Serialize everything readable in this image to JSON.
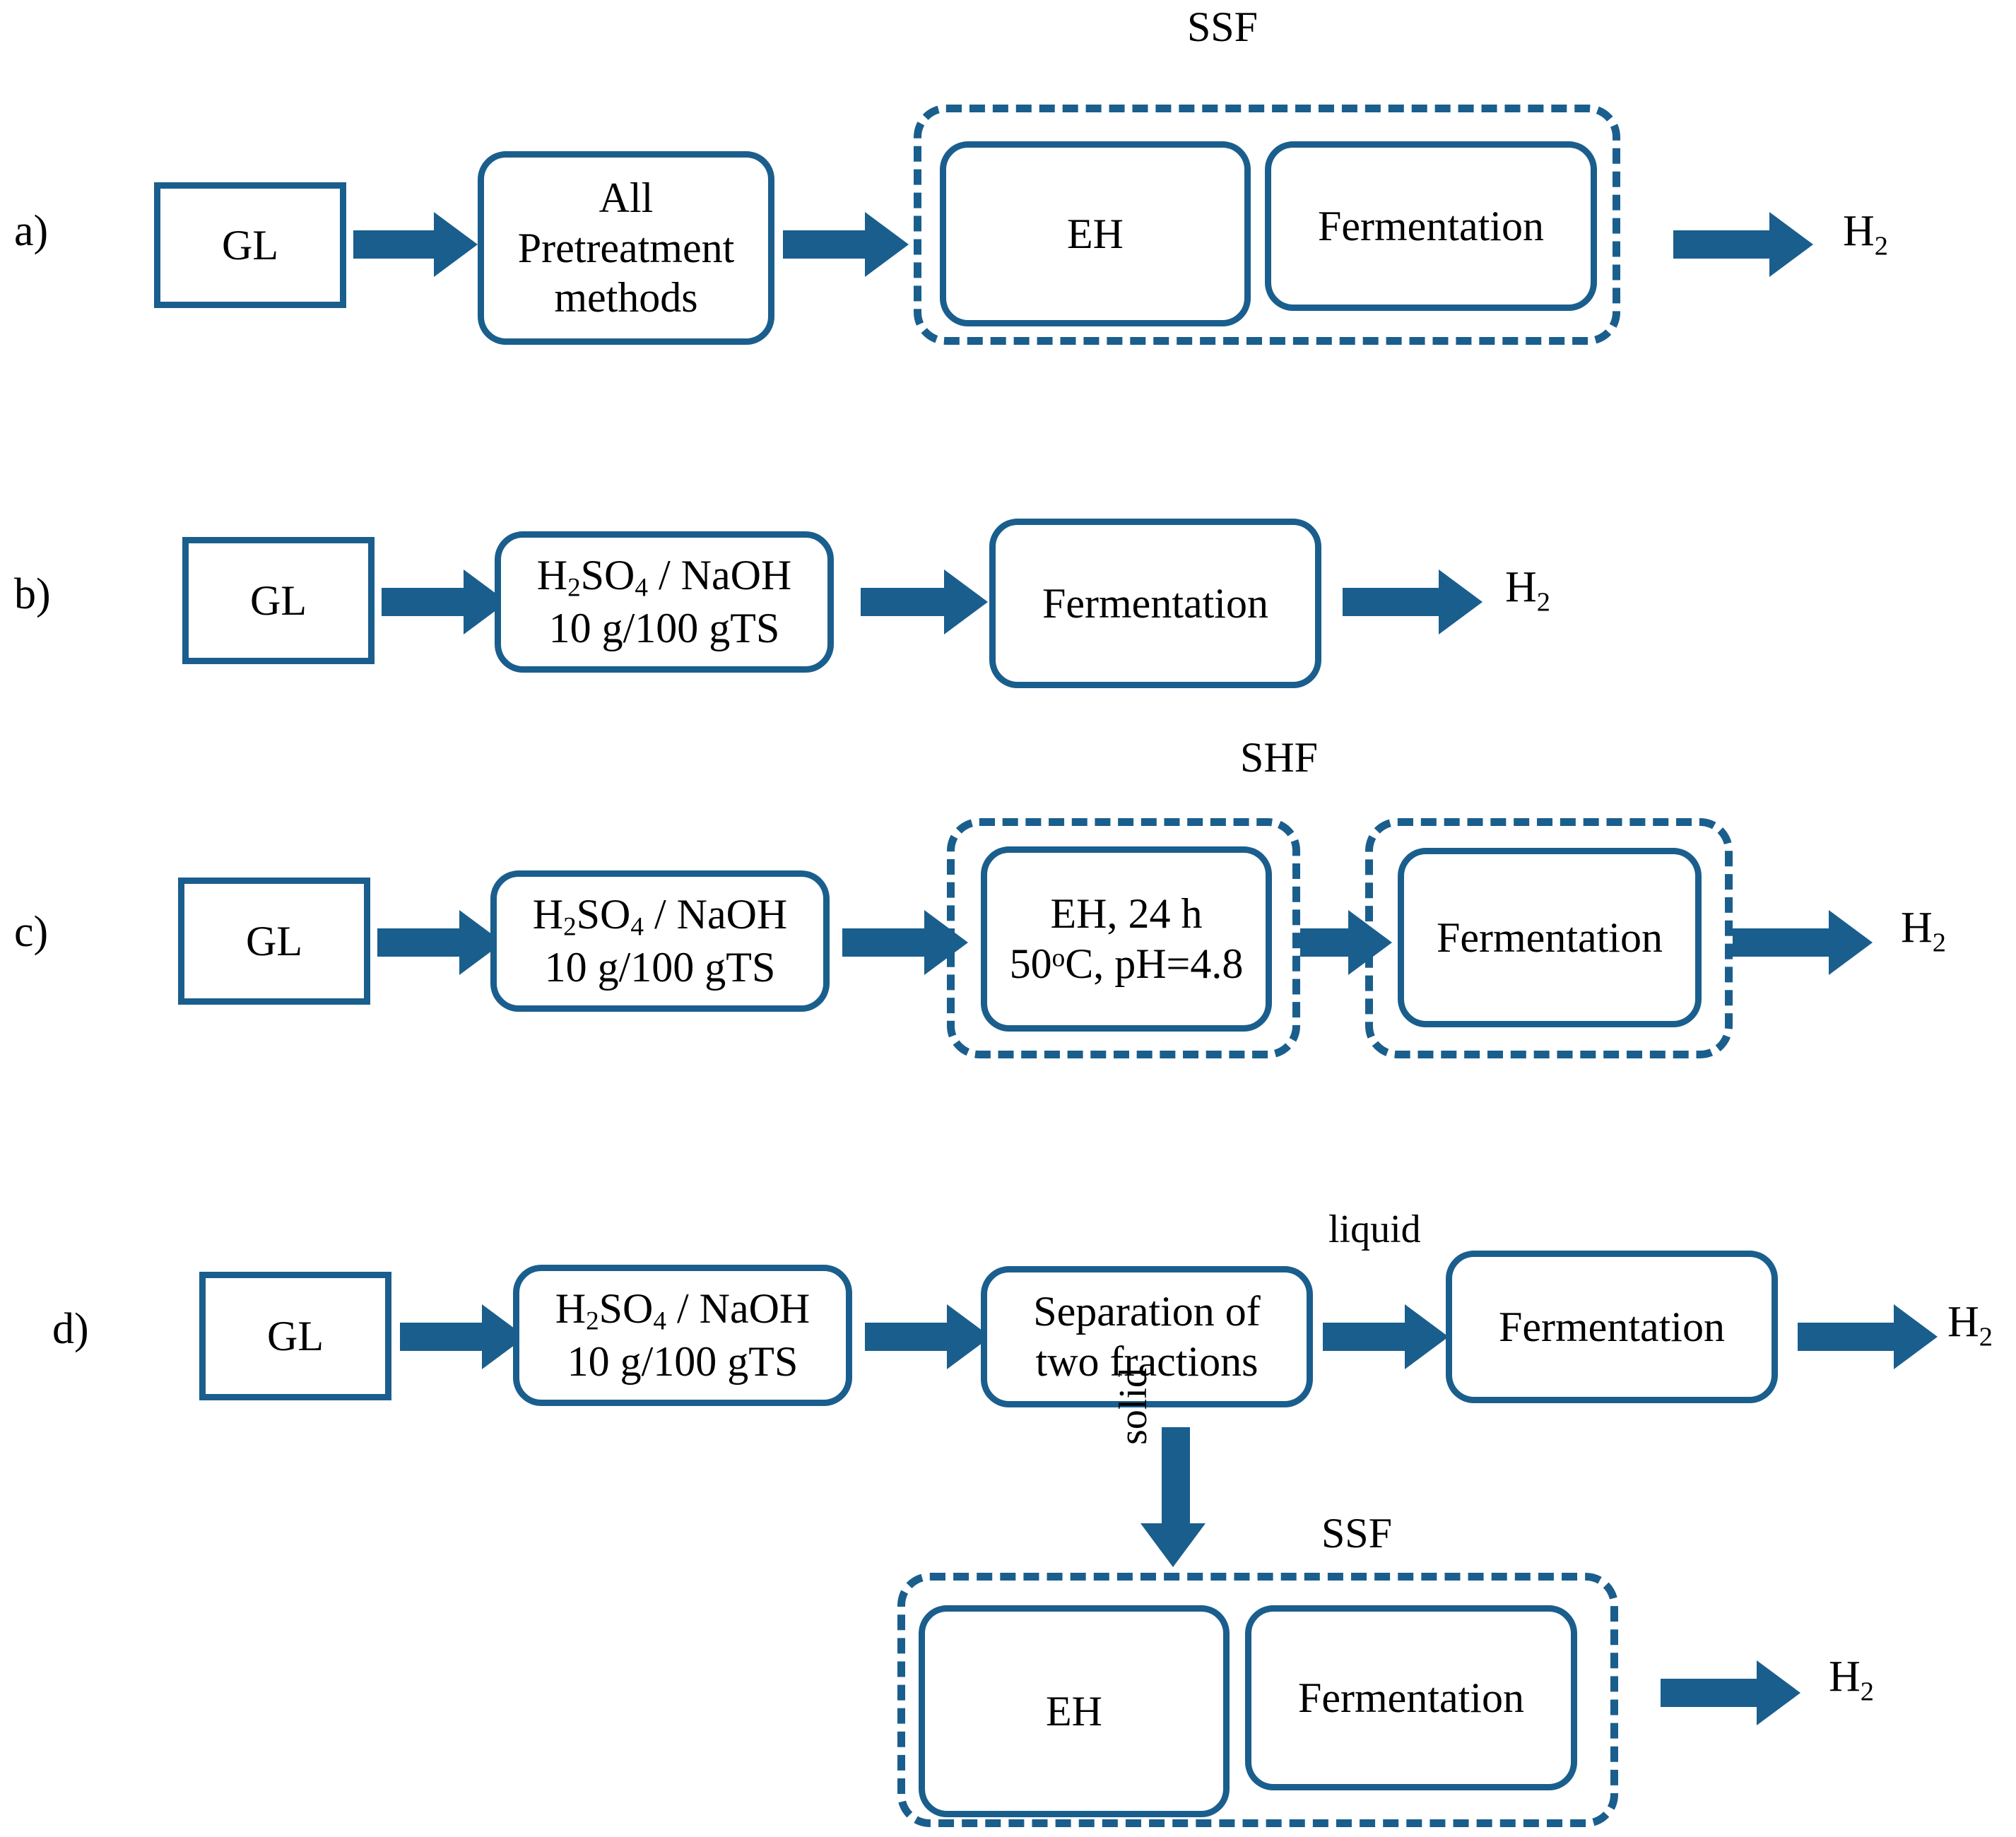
{
  "figure": {
    "kind": "process-flow-diagram",
    "accent_color": "#1a5e8d",
    "text_color": "#000000",
    "background_color": "#ffffff"
  },
  "rows": {
    "a": {
      "label": "a)",
      "group_caption": "SSF",
      "boxes": {
        "feed": "GL",
        "pretreatment_line1": "All",
        "pretreatment_line2": "Pretreatment",
        "pretreatment_line3": "methods",
        "eh": "EH",
        "fermentation": "Fermentation"
      },
      "output": {
        "symbol": "H",
        "subscript": "2"
      }
    },
    "b": {
      "label": "b)",
      "boxes": {
        "feed": "GL",
        "chem_line1_pre": "H",
        "chem_line1_sub1": "2",
        "chem_line1_mid": "SO",
        "chem_line1_sub2": "4",
        "chem_line1_post": " / NaOH",
        "chem_line2": "10 g/100 gTS",
        "fermentation": "Fermentation"
      },
      "output": {
        "symbol": "H",
        "subscript": "2"
      }
    },
    "c": {
      "label": "c)",
      "group_caption": "SHF",
      "boxes": {
        "feed": "GL",
        "chem_line1_pre": "H",
        "chem_line1_sub1": "2",
        "chem_line1_mid": "SO",
        "chem_line1_sub2": "4",
        "chem_line1_post": " / NaOH",
        "chem_line2": "10 g/100 gTS",
        "eh_line1": "EH, 24 h",
        "eh_line2_pre": "50",
        "eh_line2_sup": "o",
        "eh_line2_post": "C, pH=4.8",
        "fermentation": "Fermentation"
      },
      "output": {
        "symbol": "H",
        "subscript": "2"
      }
    },
    "d": {
      "label": "d)",
      "group_caption": "SSF",
      "boxes": {
        "feed": "GL",
        "chem_line1_pre": "H",
        "chem_line1_sub1": "2",
        "chem_line1_mid": "SO",
        "chem_line1_sub2": "4",
        "chem_line1_post": " / NaOH",
        "chem_line2": "10 g/100 gTS",
        "separation_line1": "Separation of",
        "separation_line2": "two fractions",
        "fermentation_liquid": "Fermentation",
        "eh": "EH",
        "fermentation_solid": "Fermentation"
      },
      "stream_labels": {
        "liquid": "liquid",
        "solid": "solid"
      },
      "output_liquid": {
        "symbol": "H",
        "subscript": "2"
      },
      "output_solid": {
        "symbol": "H",
        "subscript": "2"
      }
    }
  }
}
